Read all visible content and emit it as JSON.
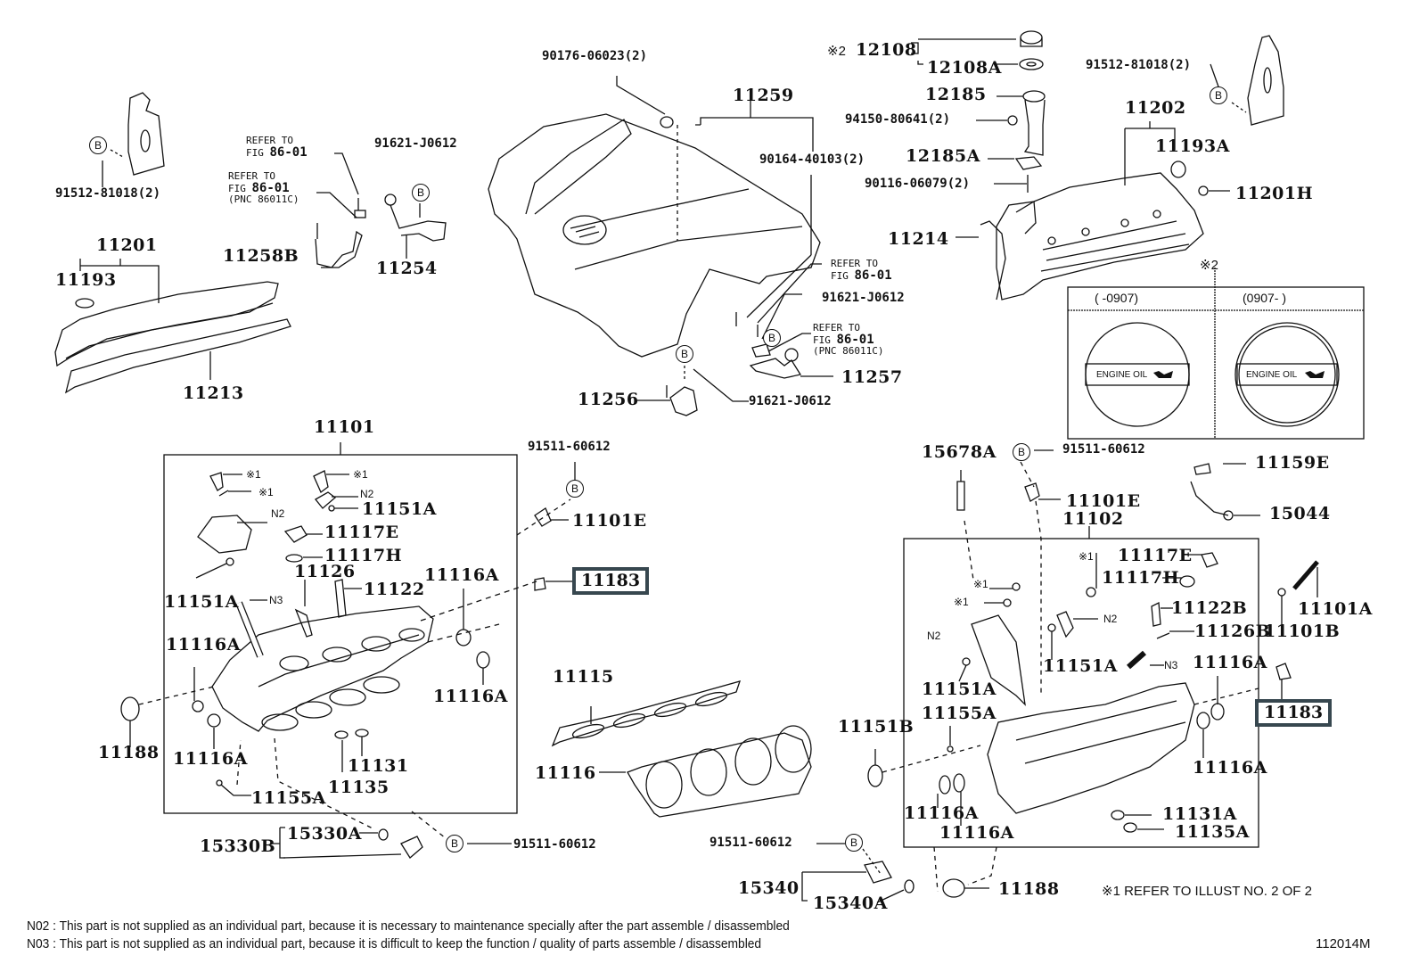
{
  "diagram": {
    "figure_number": "112014M",
    "notes": [
      "N02 : This part is not supplied as an individual part, because it is necessary to maintenance specially after the part assemble / disassembled",
      "N03 : This part is not supplied as an individual part, because it is difficult to keep the function / quality of parts  assemble / disassembled"
    ],
    "footnote_1": "※1  REFER TO ILLUST NO. 2 OF 2",
    "mark_1": "※1",
    "mark_2": "※2",
    "bolt_symbol": "B",
    "refer": {
      "line1": "REFER TO",
      "line2_prefix": "FIG ",
      "fig": "86-01",
      "pnc": "(PNC 86011C)"
    },
    "n2": "N2",
    "n3": "N3",
    "oil_cap_inset": {
      "col1": "(      -0907)",
      "col2": "(0907-      )",
      "cap_text": "ENGINE OIL"
    },
    "top_left": {
      "bracket_pn": "91512-81018(2)",
      "cover": "11201",
      "grommet": "11193",
      "gasket": "11213",
      "bracket_b": "11258B",
      "bracket": "11254",
      "bolt_pn": "91621-J0612"
    },
    "center_top": {
      "nut_pn": "90176-06023(2)",
      "cover": "11259",
      "bolt_pn": "90164-40103(2)",
      "bolt_pn_b": "91621-J0612",
      "bracket_r": "11257",
      "bracket_l": "11256",
      "bolt_pn_c": "91621-J0612"
    },
    "top_right": {
      "cap": "12108",
      "cap_gasket": "12108A",
      "filler": "12185",
      "filler_bolt": "94150-80641(2)",
      "filler_gasket": "12185A",
      "stud": "90116-06079(2)",
      "bracket_pn": "91512-81018(2)",
      "cover": "11202",
      "grommet": "11193A",
      "bolt": "11201H",
      "gasket": "11214"
    },
    "left_head": {
      "assy": "11101",
      "sensor_bolt": "91511-60612",
      "sensor": "11101E",
      "plug_highlight": "11183",
      "plug_a": "11151A",
      "plug_b": "11151A",
      "plug_e": "11117E",
      "plug_h": "11117H",
      "guide_126": "11126",
      "guide_122": "11122",
      "seal_a1": "11116A",
      "seal_a2": "11116A",
      "seal_a3": "11116A",
      "seal_a4": "11116A",
      "plug_188": "11188",
      "seat_131": "11131",
      "seat_135": "11135",
      "pin": "11155A",
      "sensor_b": "15330B",
      "sensor_a": "15330A",
      "sensor_bolt_b": "91511-60612"
    },
    "gaskets": {
      "manifold": "11115",
      "head": "11116"
    },
    "right_head": {
      "sensor_15678": "15678A",
      "sensor_bolt": "91511-60612",
      "sensor": "11101E",
      "assy": "11102",
      "hose_bolt": "11159E",
      "hose": "15044",
      "plug_e": "11117E",
      "plug_h": "11117H",
      "guide_b": "11122B",
      "guide_126b": "11126B",
      "stud_a": "11101A",
      "stud_b": "11101B",
      "plug_151a_1": "11151A",
      "plug_151a_2": "11151A",
      "pin": "11155A",
      "seal_a1": "11116A",
      "seal_a2": "11116A",
      "seal_a3": "11116A",
      "plug_highlight": "11183",
      "plug_151b": "11151B",
      "seat_131a": "11131A",
      "seat_135a": "11135A",
      "plug_188": "11188",
      "sensor_bolt_b": "91511-60612",
      "sensor_340": "15340",
      "sensor_340a": "15340A"
    },
    "colors": {
      "highlight_border": "#37474f",
      "ink": "#111111"
    }
  }
}
